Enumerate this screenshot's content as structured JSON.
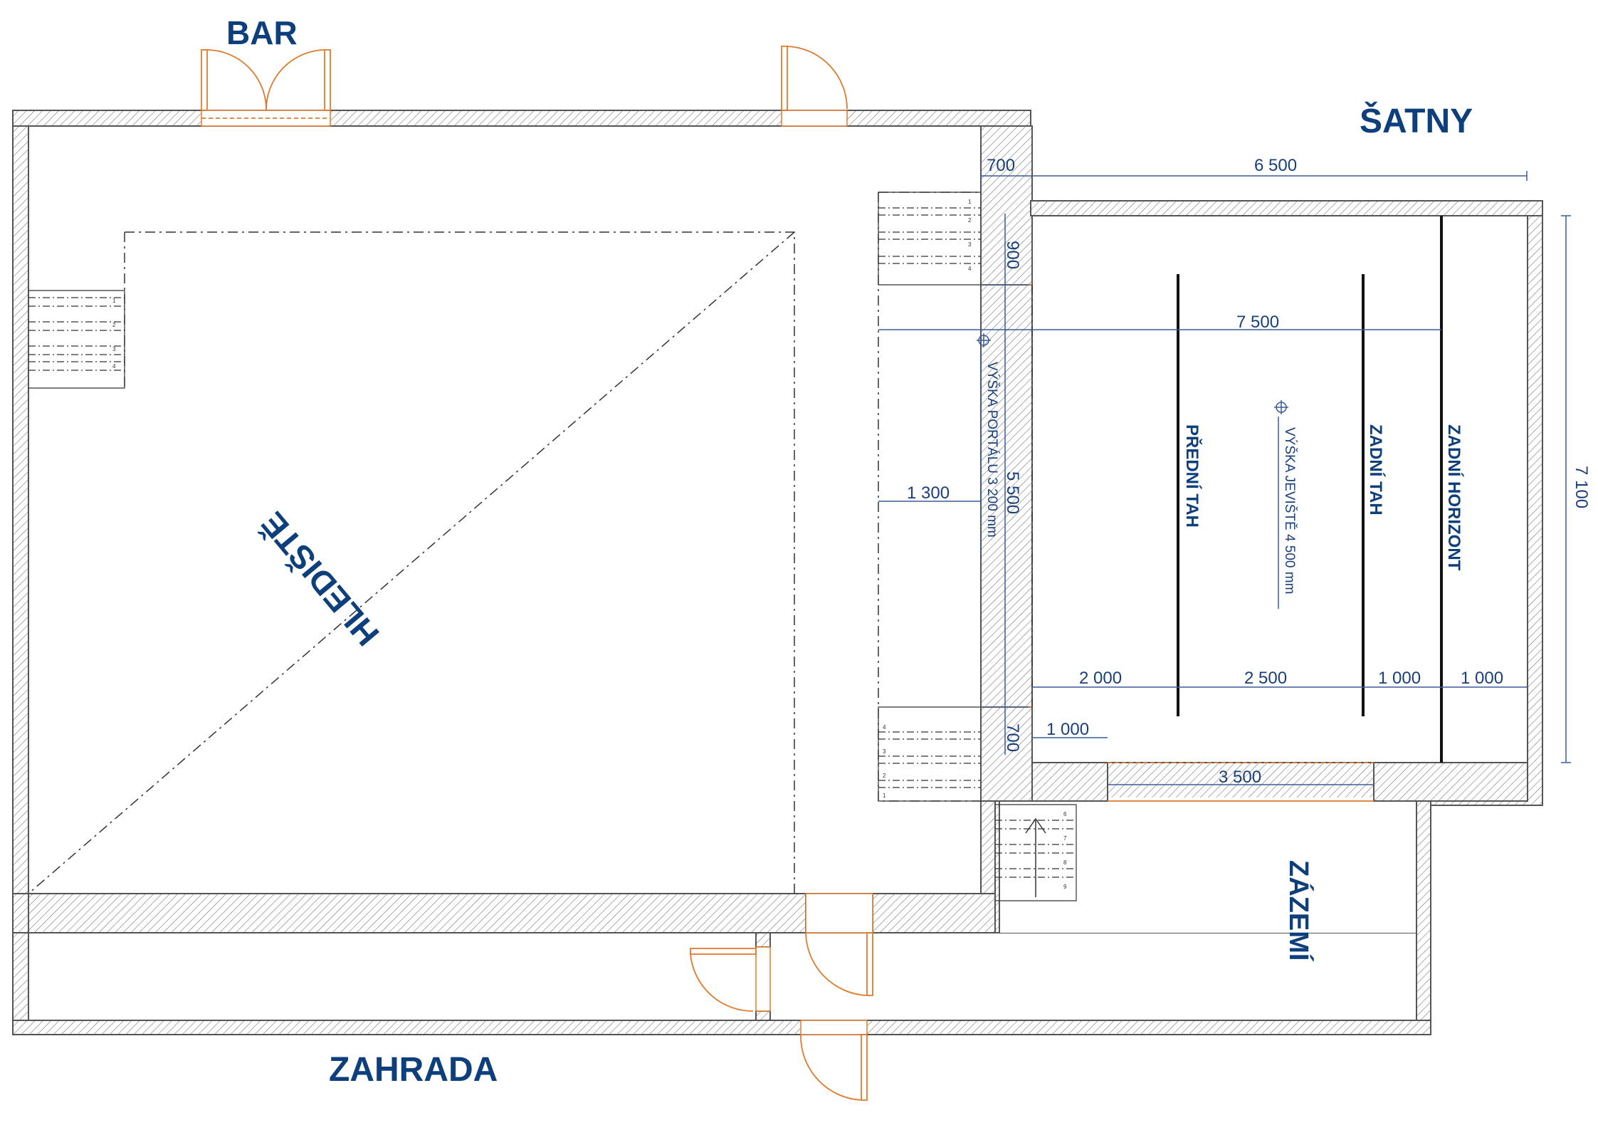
{
  "rooms": {
    "bar": "BAR",
    "satny": "ŠATNY",
    "hlediste": "HLEDIŠTĚ",
    "zazemi": "ZÁZEMÍ",
    "zahrada": "ZAHRADA",
    "predni_tah": "PŘEDNÍ TAH",
    "zadni_tah": "ZADNÍ TAH",
    "zadni_horizont": "ZADNÍ HORIZONT"
  },
  "dimensions": {
    "d700_top": "700",
    "d6500": "6 500",
    "d900": "900",
    "d7500": "7 500",
    "d1300": "1 300",
    "d5500": "5 500",
    "d7100": "7 100",
    "d2000": "2 000",
    "d2500": "2 500",
    "d1000_a": "1 000",
    "d1000_b": "1 000",
    "d700_bottom": "700",
    "d1000_c": "1 000",
    "d3500": "3 500"
  },
  "notes": {
    "portal_height": "VÝŠKA PORTÁLU 3 200 mm",
    "stage_height": "VÝŠKA JEVIŠTĚ 4 500 mm"
  },
  "steps": {
    "left": [
      "1",
      "2",
      "3",
      "4"
    ],
    "stage_top": [
      "1",
      "2",
      "3",
      "4"
    ],
    "stage_bottom": [
      "4",
      "3",
      "2",
      "1"
    ],
    "rear": [
      "6",
      "7",
      "8",
      "9"
    ]
  },
  "colors": {
    "label": "#0d3f7d",
    "dimension": "#1a3f7a",
    "door": "#e07a2e",
    "wall": "#555555"
  }
}
